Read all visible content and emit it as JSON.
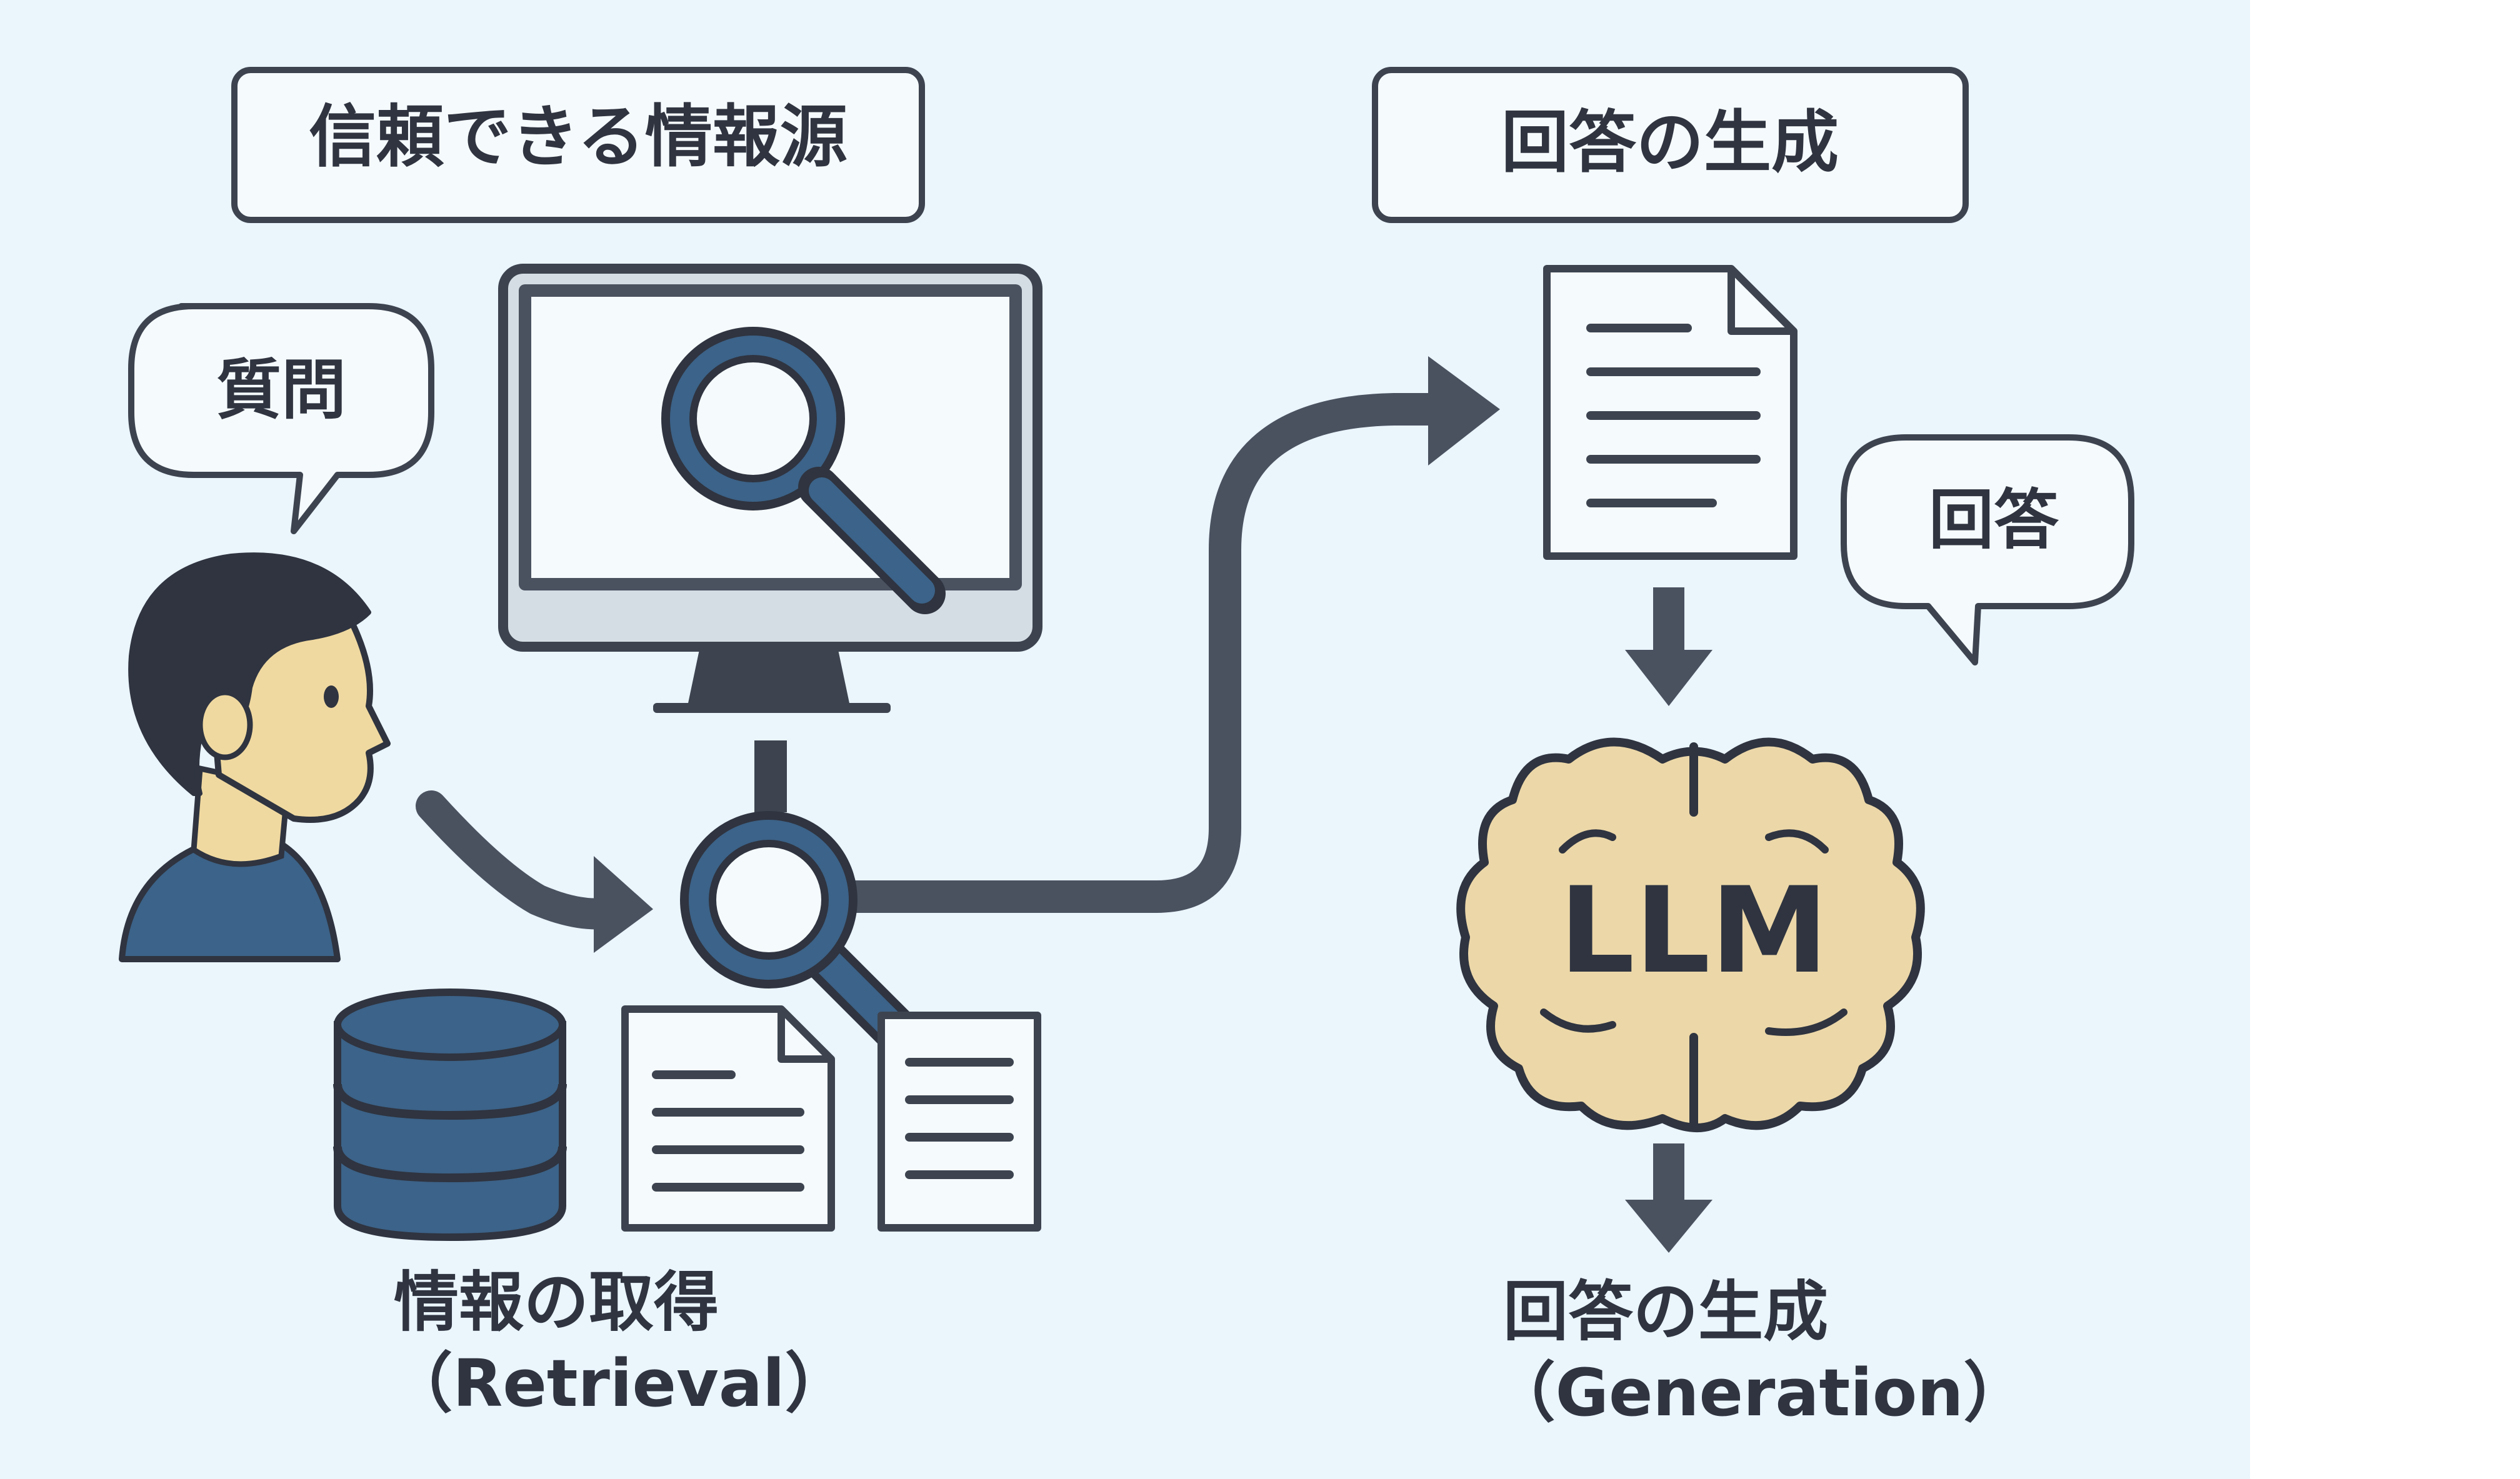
{
  "sections": {
    "source_title": "信頼できる情報源",
    "generation_title": "回答の生成"
  },
  "bubbles": {
    "question": "質問",
    "answer": "回答"
  },
  "brain": {
    "label": "LLM"
  },
  "steps": {
    "retrieval_line1": "情報の取得",
    "retrieval_line2": "（Retrieval）",
    "generation_line1": "回答の生成",
    "generation_line2": "（Generation）"
  },
  "colors": {
    "background": "#eaf5fc",
    "outline": "#3d4450",
    "accent_blue": "#3c6389",
    "skin": "#f0d9a0",
    "brain_fill": "#ecd7a8"
  },
  "icons": [
    "person-icon",
    "monitor-icon",
    "magnifier-icon",
    "database-icon",
    "document-icon",
    "brain-icon",
    "arrow-icon"
  ]
}
